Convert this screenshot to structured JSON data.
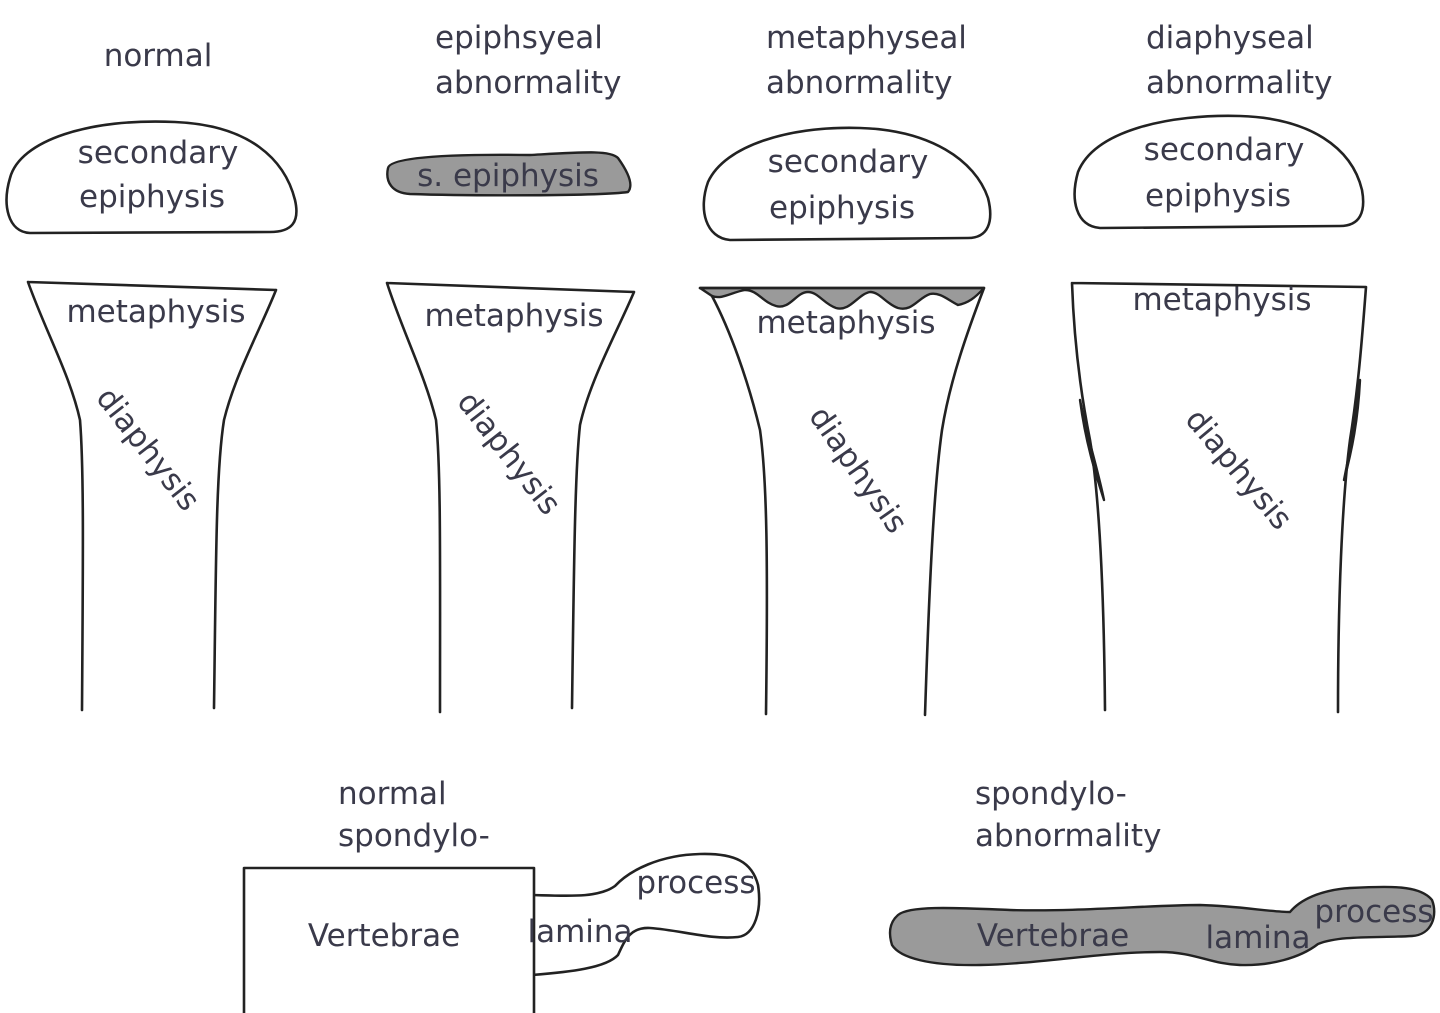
{
  "panels": [
    {
      "title_lines": [
        "normal"
      ],
      "epiphysis_lines": [
        "secondary",
        "epiphysis"
      ],
      "metaphysis": "metaphysis",
      "diaphysis": "diaphysis"
    },
    {
      "title_lines": [
        "epiphsyeal",
        "abnormality"
      ],
      "epiphysis_lines": [
        "s. epiphysis"
      ],
      "metaphysis": "metaphysis",
      "diaphysis": "diaphysis"
    },
    {
      "title_lines": [
        "metaphyseal",
        "abnormality"
      ],
      "epiphysis_lines": [
        "secondary",
        "epiphysis"
      ],
      "metaphysis": "metaphysis",
      "diaphysis": "diaphysis"
    },
    {
      "title_lines": [
        "diaphyseal",
        "abnormality"
      ],
      "epiphysis_lines": [
        "secondary",
        "epiphysis"
      ],
      "metaphysis": "metaphysis",
      "diaphysis": "diaphysis"
    }
  ],
  "spine": {
    "normal": {
      "title_lines": [
        "normal",
        "spondylo-"
      ],
      "body": "Vertebrae",
      "lamina": "lamina",
      "process": "process"
    },
    "abnormal": {
      "title_lines": [
        "spondylo-",
        "abnormality"
      ],
      "body": "Vertebrae",
      "lamina": "lamina",
      "process": "process"
    }
  },
  "colors": {
    "outline": "#222222",
    "shade": "#9a9a9a",
    "text": "#3a3a4a"
  }
}
